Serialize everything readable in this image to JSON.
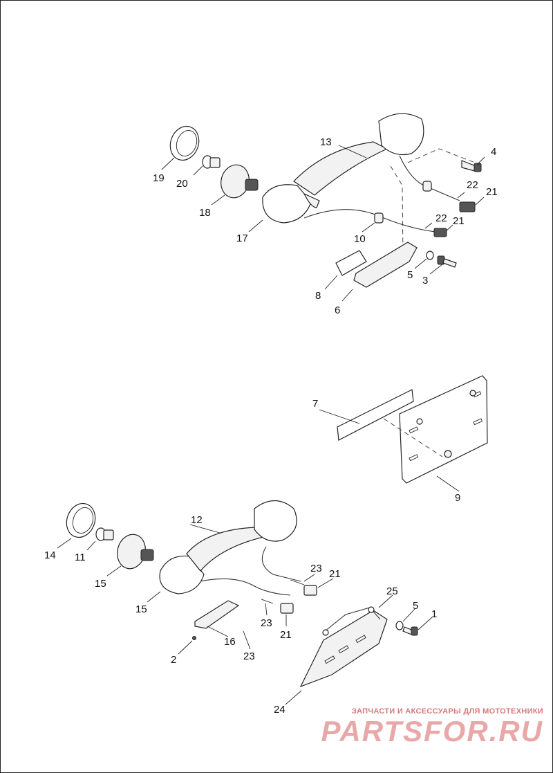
{
  "labels": {
    "l1": "1",
    "l2": "2",
    "l3": "3",
    "l4": "4",
    "l5a": "5",
    "l5b": "5",
    "l6": "6",
    "l7": "7",
    "l8": "8",
    "l9": "9",
    "l10": "10",
    "l11": "11",
    "l12": "12",
    "l13": "13",
    "l14": "14",
    "l15a": "15",
    "l15b": "15",
    "l16": "16",
    "l17": "17",
    "l18": "18",
    "l19": "19",
    "l20": "20",
    "l21a": "21",
    "l21b": "21",
    "l21c": "21",
    "l21d": "21",
    "l22a": "22",
    "l22b": "22",
    "l23a": "23",
    "l23b": "23",
    "l23c": "23",
    "l24": "24",
    "l25": "25"
  },
  "watermark": {
    "tagline": "ЗАПЧАСТИ И АКСЕССУАРЫ ДЛЯ МОТОТЕХНИКИ",
    "logo": "PARTSFOR.RU"
  },
  "colors": {
    "line": "#222222",
    "watermark": "#e9a8a8"
  }
}
